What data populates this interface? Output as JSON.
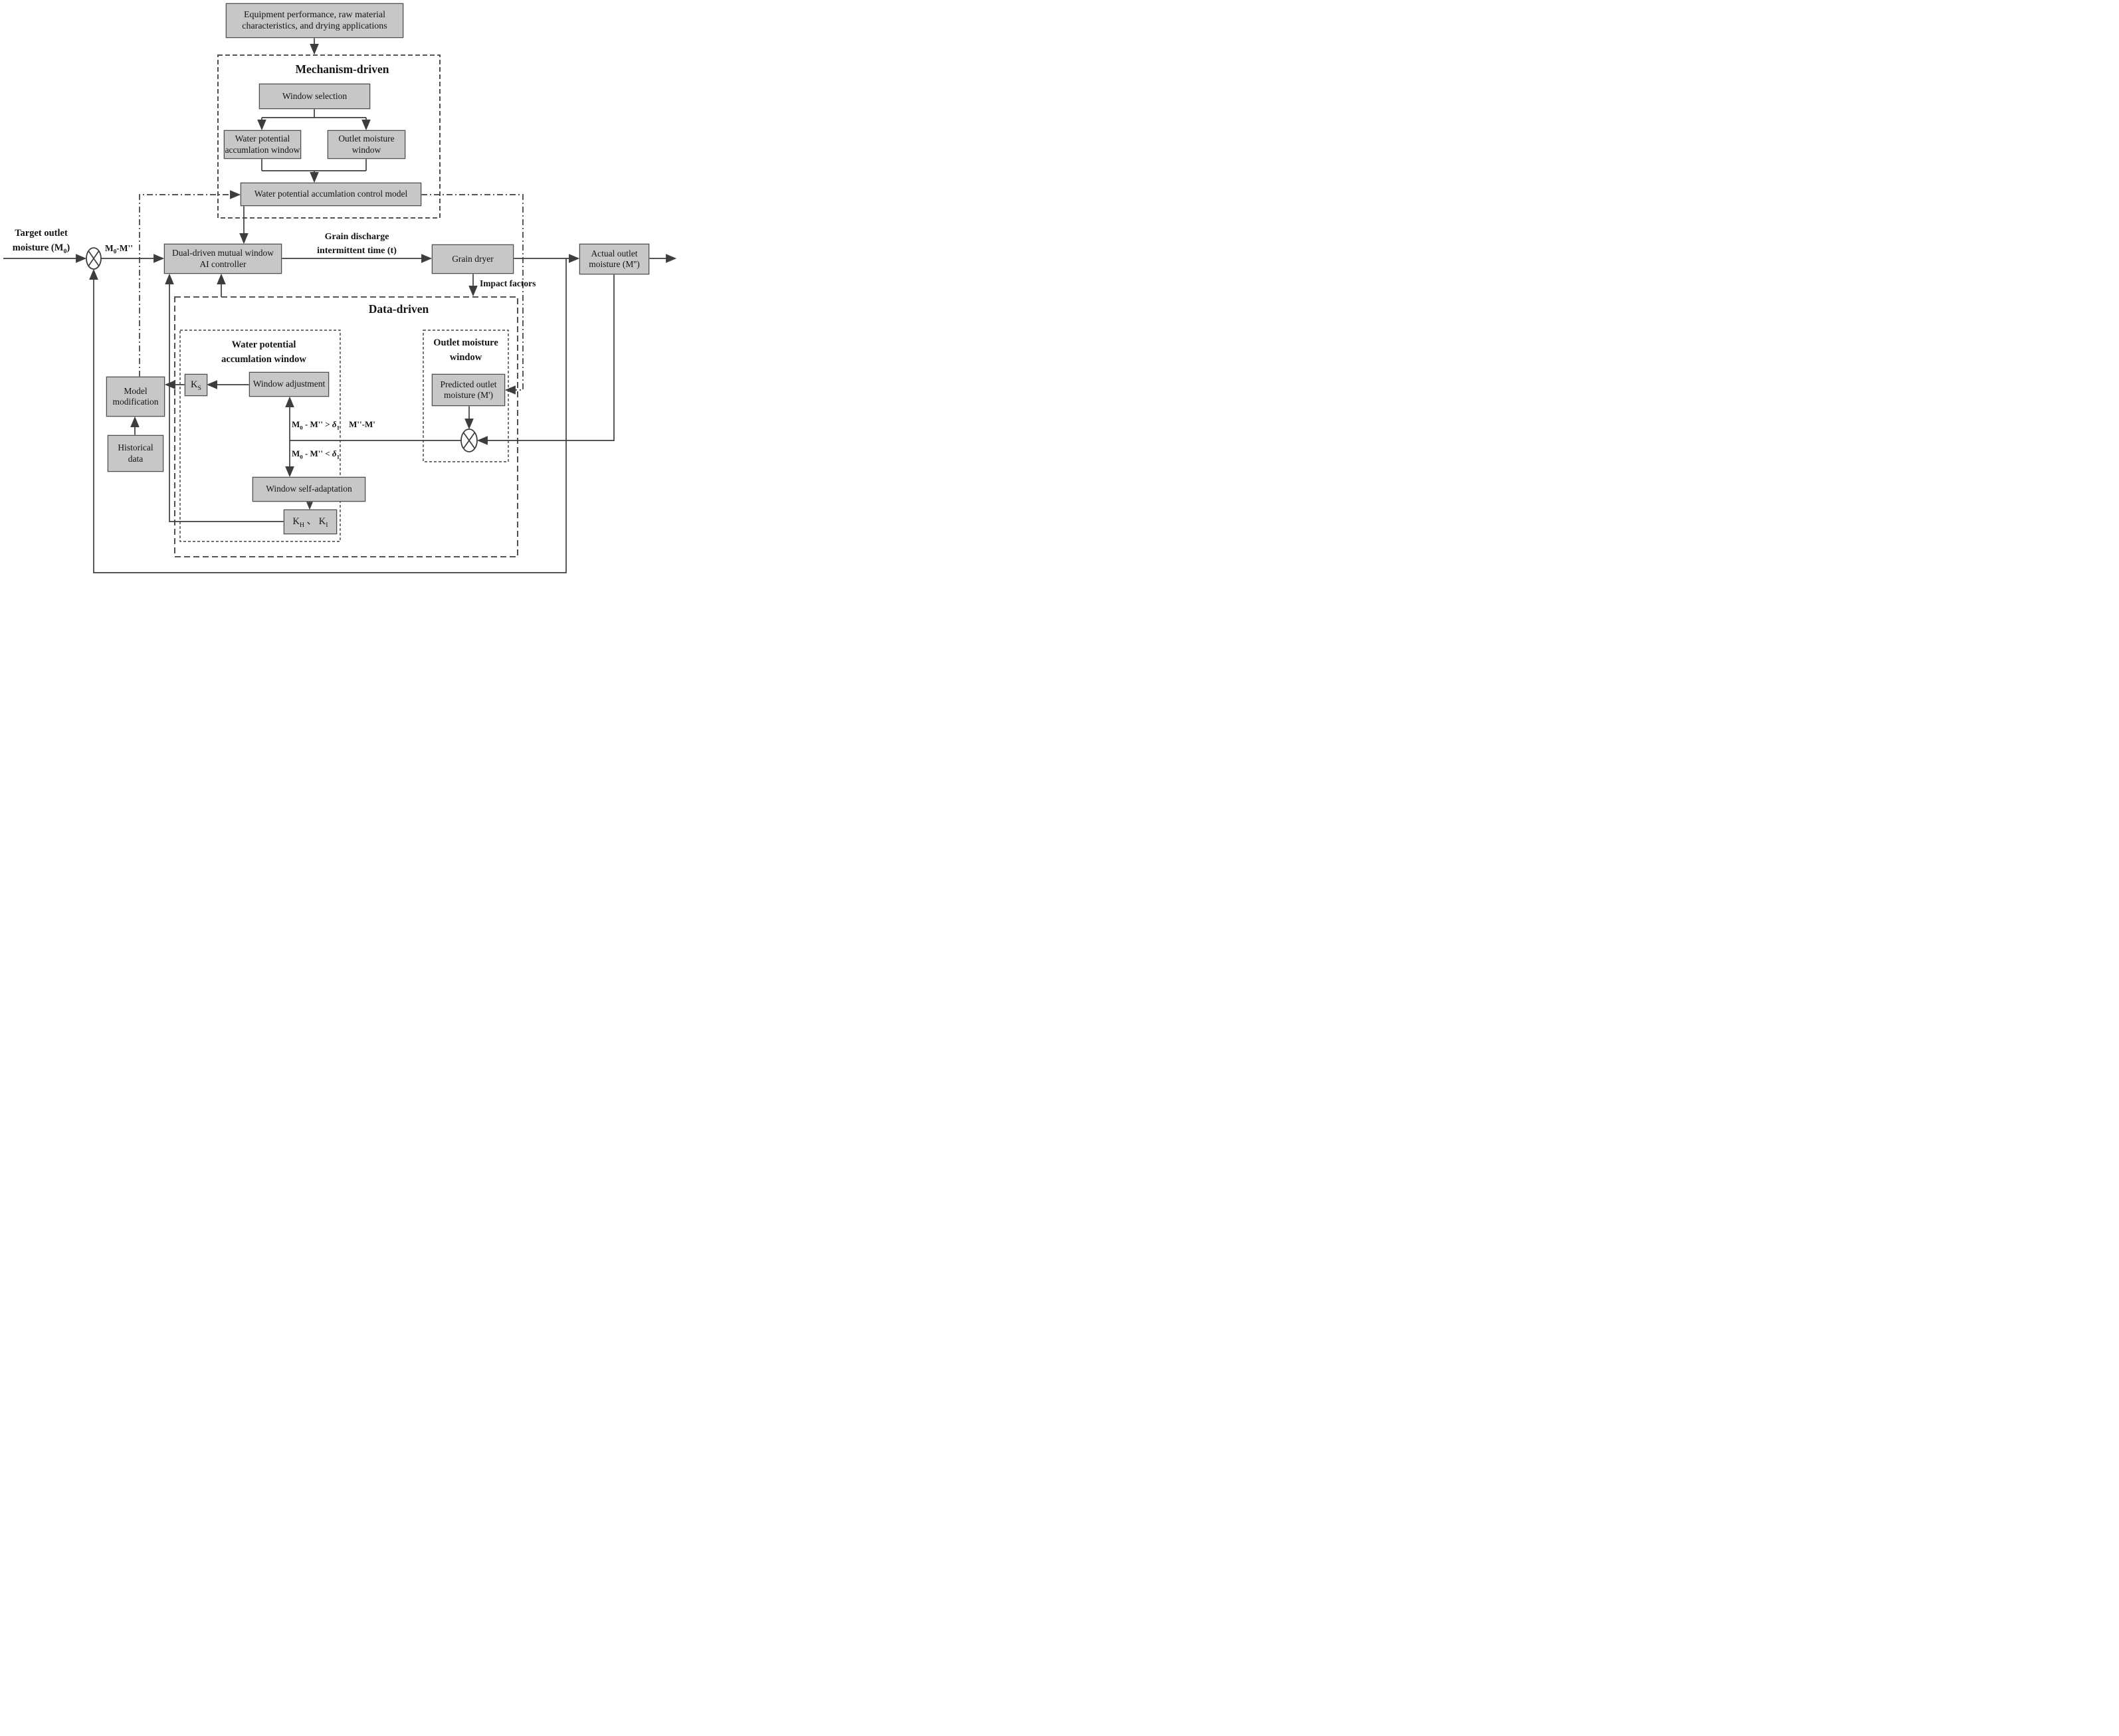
{
  "colors": {
    "box_fill": "#c7c7c7",
    "line": "#3d3d3d",
    "box_border": "#4e4e4e"
  },
  "sections": {
    "mechanism_title": "Mechanism-driven",
    "data_title": "Data-driven",
    "wp_inner_title": [
      "Water potential",
      "accumlation window"
    ],
    "outlet_inner_title": [
      "Outlet moisture",
      "window"
    ]
  },
  "boxes": {
    "equipment": [
      "Equipment performance, raw material",
      "characteristics, and drying applications"
    ],
    "window_selection": [
      "Window selection"
    ],
    "wp_window_mech": [
      "Water potential",
      "accumlation window"
    ],
    "outlet_window_mech": [
      "Outlet moisture",
      "window"
    ],
    "control_model": [
      "Water potential accumlation control model"
    ],
    "controller": [
      "Dual-driven mutual window",
      "AI controller"
    ],
    "grain_dryer": [
      "Grain dryer"
    ],
    "actual_outlet": [
      "Actual outlet",
      "moisture (M'')"
    ],
    "model_modification": [
      "Model",
      "modification"
    ],
    "historical_data": [
      "Historical",
      "data"
    ],
    "window_adjustment": [
      "Window adjustment"
    ],
    "window_self_adaptation": [
      "Window self-adaptation"
    ],
    "predicted_outlet": [
      "Predicted outlet",
      "moisture (M')"
    ]
  },
  "labels": {
    "target": [
      [
        {
          "t": "Target outlet"
        }
      ],
      [
        {
          "t": "moisture (M"
        },
        {
          "s": "0"
        },
        {
          "t": ")"
        }
      ]
    ],
    "error": [
      {
        "t": "M"
      },
      {
        "s": "0"
      },
      {
        "t": "-M''"
      }
    ],
    "grain_discharge": [
      [
        {
          "t": "Grain discharge"
        }
      ],
      [
        {
          "t": "intermittent time (t)"
        }
      ]
    ],
    "impact": [
      {
        "t": "Impact factors"
      }
    ],
    "cond_gt": [
      {
        "t": "M"
      },
      {
        "s": "0"
      },
      {
        "t": " - M'' > "
      },
      {
        "i": "δ"
      },
      {
        "s": "1"
      }
    ],
    "cond_lt": [
      {
        "t": "M"
      },
      {
        "s": "0"
      },
      {
        "t": " - M'' < "
      },
      {
        "i": "δ"
      },
      {
        "s": "1"
      }
    ],
    "diff": [
      {
        "t": "M''-M'"
      }
    ],
    "ks": [
      {
        "t": "K"
      },
      {
        "s": "S"
      }
    ],
    "khki": [
      {
        "t": "K"
      },
      {
        "s": "H"
      },
      {
        "t": " 、 K"
      },
      {
        "s": "I"
      }
    ]
  }
}
